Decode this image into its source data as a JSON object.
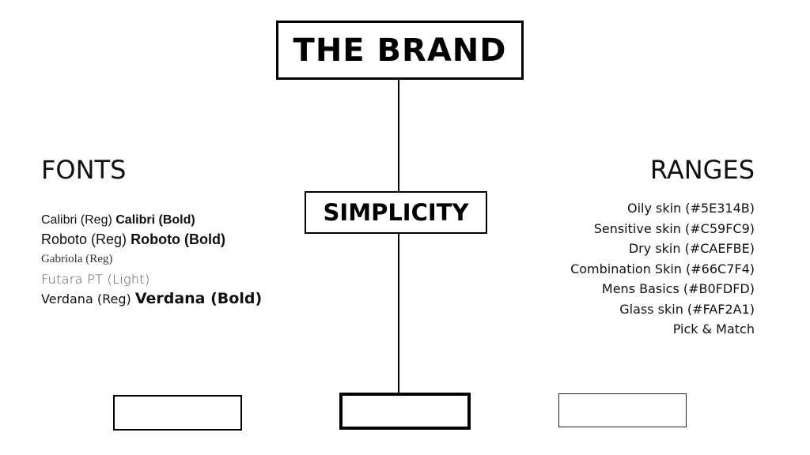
{
  "title": "THE BRAND",
  "center_label": "SIMPLICITY",
  "fonts": {
    "heading": "FONTS",
    "rows": [
      {
        "regular": "Calibri (Reg)",
        "bold": "Calibri (Bold)"
      },
      {
        "regular": "Roboto (Reg)",
        "bold": "Roboto (Bold)"
      },
      {
        "regular": "Gabriola (Reg)"
      },
      {
        "regular": "Futara PT (Light)"
      },
      {
        "regular": "Verdana (Reg)",
        "bold": "Verdana (Bold)"
      }
    ]
  },
  "ranges": {
    "heading": "RANGES",
    "items": [
      {
        "label": "Oily skin  (#5E314B)",
        "color": "#5E314B"
      },
      {
        "label": "Sensitive skin  (#C59FC9)",
        "color": "#C59FC9"
      },
      {
        "label": "Dry skin  (#CAEFBE)",
        "color": "#CAEFBE"
      },
      {
        "label": "Combination Skin  (#66C7F4)",
        "color": "#66C7F4"
      },
      {
        "label": "Mens Basics  (#B0FDFD)",
        "color": "#B0FDFD"
      },
      {
        "label": "Glass skin  (#FAF2A1)",
        "color": "#FAF2A1"
      },
      {
        "label": "Pick & Match"
      }
    ]
  }
}
